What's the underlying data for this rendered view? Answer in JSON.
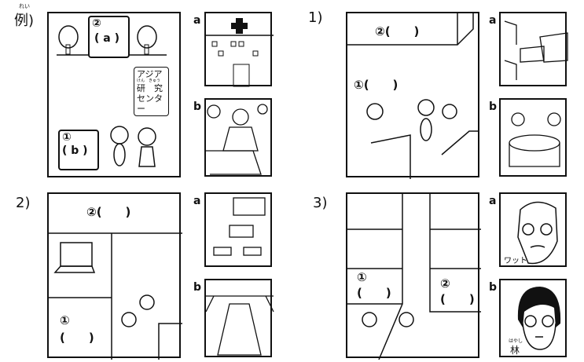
{
  "example": {
    "label": "例)",
    "label_ruby": "れい",
    "slot2": "②",
    "slot2_answer": "( a )",
    "slot1": "①",
    "slot1_answer": "( b )",
    "sign_lines": [
      "アジア",
      "研　究",
      "センター"
    ],
    "sign_ruby": "けん　きゅう",
    "option_a": "a",
    "option_b": "b"
  },
  "q1": {
    "label": "1)",
    "slot2": "②",
    "slot2_blank": "(　　)",
    "slot1": "①",
    "slot1_blank": "(　　)",
    "option_a": "a",
    "option_b": "b"
  },
  "q2": {
    "label": "2)",
    "slot2": "②",
    "slot2_blank": "(　　)",
    "slot1": "①",
    "slot1_blank": "(　　)",
    "option_a": "a",
    "option_b": "b"
  },
  "q3": {
    "label": "3)",
    "slot1": "①",
    "slot1_blank": "(　　)",
    "slot2": "②",
    "slot2_blank": "(　　)",
    "option_a": "a",
    "option_b": "b",
    "name_a": "ワット",
    "name_b": "林",
    "name_b_ruby": "はやし"
  }
}
